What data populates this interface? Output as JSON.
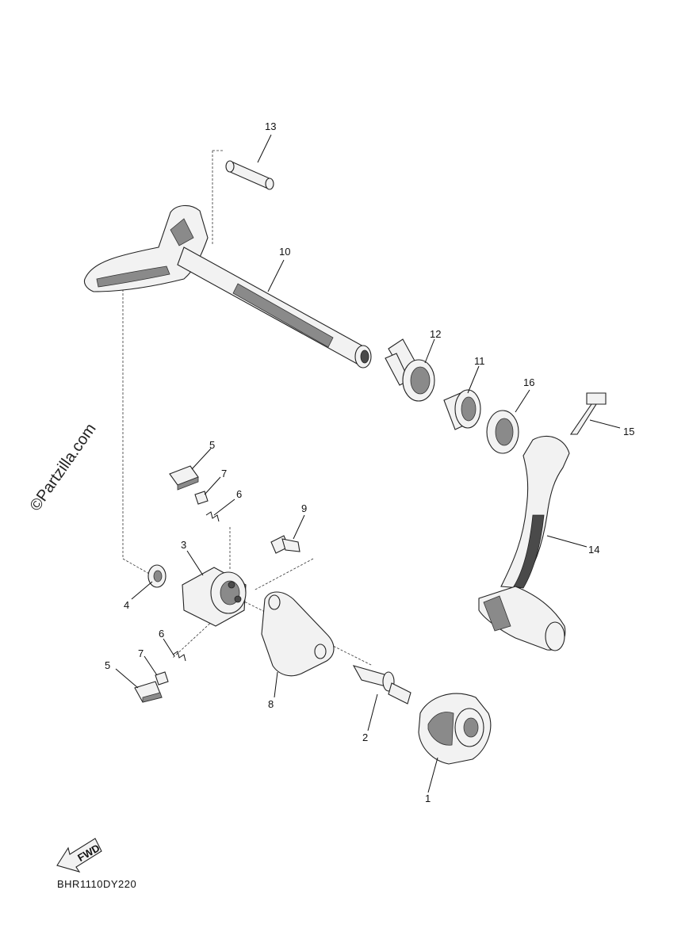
{
  "watermark": "©Partzilla.com",
  "diagram_code": "BHR1110DY220",
  "fwd_label": "FWD",
  "callouts": [
    "1",
    "2",
    "3",
    "4",
    "5",
    "5",
    "6",
    "6",
    "7",
    "7",
    "8",
    "9",
    "10",
    "11",
    "12",
    "13",
    "14",
    "15",
    "16"
  ]
}
